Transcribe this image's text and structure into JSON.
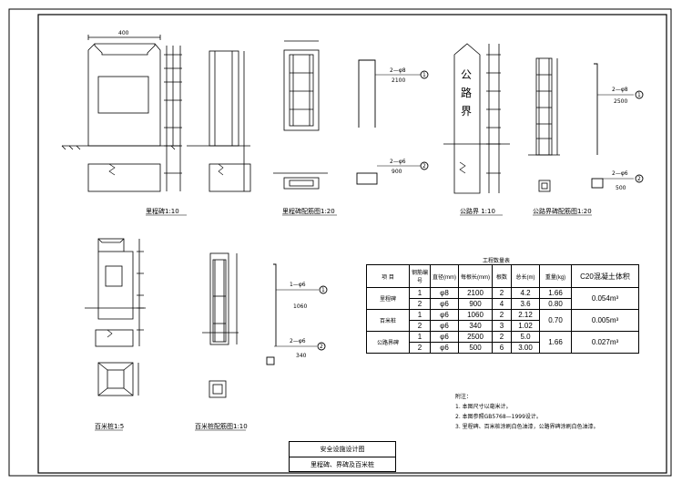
{
  "captions": {
    "milestone_elev": "里程碑1:10",
    "milestone_rebar": "里程碑配筋图1:20",
    "boundary_elev": "公路界 1:10",
    "boundary_rebar": "公路界碑配筋图1:20",
    "hundred_elev": "百米桩1:5",
    "hundred_rebar": "百米桩配筋图1:10"
  },
  "boundary_text": [
    "公",
    "路",
    "界"
  ],
  "rebar_labels": {
    "m1": "2—φ8",
    "m1_len": "2100",
    "m2": "2—φ6",
    "m2_len": "900",
    "b1": "2—φ8",
    "b1_len": "2500",
    "b2": "2—φ6",
    "b2_len": "500",
    "h1": "1—φ6",
    "h1_len": "1060",
    "h2": "2—φ6",
    "h2_len": "340"
  },
  "table": {
    "title": "工程数量表",
    "headers": {
      "item": "项 目",
      "bar_no": "钢筋编号",
      "dia": "直径(mm)",
      "len": "每根长(mm)",
      "count": "根数",
      "total_len": "总长(m)",
      "weight": "重量(kg)",
      "concrete": "C20混凝土体积"
    },
    "rows": [
      {
        "item": "里程碑",
        "no": "1",
        "dia": "φ8",
        "len": "2100",
        "count": "2",
        "total": "4.2"
      },
      {
        "item": "",
        "no": "2",
        "dia": "φ6",
        "len": "900",
        "count": "4",
        "total": "3.6"
      },
      {
        "item": "百米桩",
        "no": "1",
        "dia": "φ6",
        "len": "1060",
        "count": "2",
        "total": "2.12"
      },
      {
        "item": "",
        "no": "2",
        "dia": "φ6",
        "len": "340",
        "count": "3",
        "total": "1.02"
      },
      {
        "item": "公路界碑",
        "no": "1",
        "dia": "φ6",
        "len": "2500",
        "count": "2",
        "total": "5.0"
      },
      {
        "item": "",
        "no": "2",
        "dia": "φ6",
        "len": "500",
        "count": "6",
        "total": "3.00"
      }
    ],
    "weights": [
      "1.66",
      "0.80",
      "0.70",
      "1.66"
    ],
    "concrete": [
      "0.054m³",
      "0.005m³",
      "0.027m³"
    ]
  },
  "notes": {
    "title": "附注：",
    "n1": "1. 本图尺寸以毫米计。",
    "n2": "2. 本图参照GB5768—1999设计。",
    "n3": "3. 里程碑、百米桩涂刷白色油漆，公路界碑涂刷白色油漆。"
  },
  "title_block": {
    "line1": "安全设施设计图",
    "line2": "里程碑、界碑及百米桩"
  }
}
